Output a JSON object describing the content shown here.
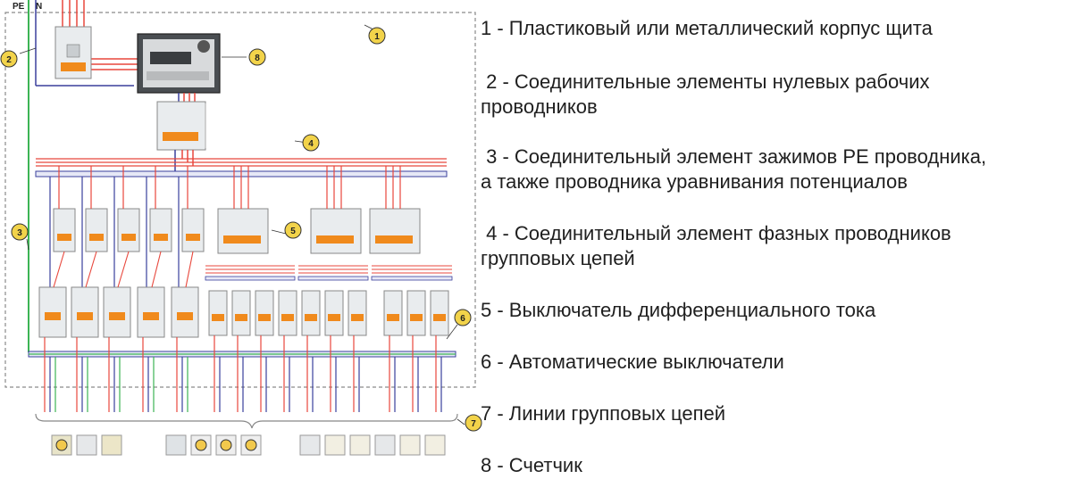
{
  "diagram": {
    "bus_labels": {
      "pe": "PE",
      "n": "N"
    },
    "callouts": [
      "1",
      "2",
      "3",
      "4",
      "5",
      "6",
      "7",
      "8"
    ],
    "colors": {
      "phase": "#e8473c",
      "neutral": "#3a3f9c",
      "pe": "#3cb454",
      "purple": "#8a3aa0",
      "orange": "#f08a1c",
      "frame": "#7a7a7a"
    }
  },
  "legend": {
    "items": [
      {
        "lines": [
          "1 - Пластиковый или металлический корпус щита"
        ]
      },
      {
        "lines": [
          " 2 - Соединительные элементы нулевых рабочих",
          "проводников"
        ]
      },
      {
        "lines": [
          " 3 - Соединительный элемент зажимов PE проводника,",
          "а также проводника уравнивания потенциалов"
        ]
      },
      {
        "lines": [
          " 4 - Соединительный элемент фазных проводников",
          "групповых цепей"
        ]
      },
      {
        "lines": [
          "5 - Выключатель дифференциального тока"
        ]
      },
      {
        "lines": [
          "6 - Автоматические выключатели"
        ]
      },
      {
        "lines": [
          "7 - Линии групповых цепей"
        ]
      },
      {
        "lines": [
          "8 - Счетчик"
        ]
      }
    ]
  }
}
